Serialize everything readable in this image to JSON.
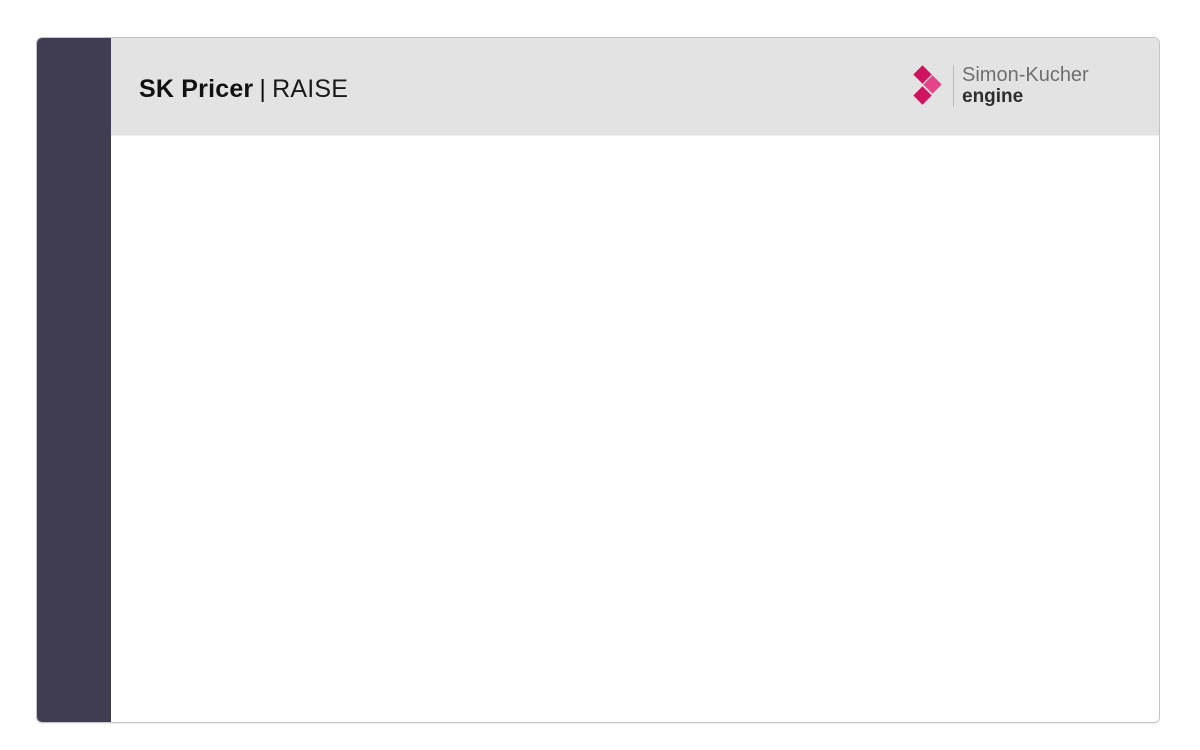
{
  "header": {
    "product_name": "SK Pricer",
    "separator": "|",
    "module_name": "RAISE"
  },
  "brand": {
    "name_line1": "Simon-Kucher",
    "name_line2": "engine",
    "logo_icon": "simon-kucher-diamond-logo",
    "colors": {
      "primary_magenta": "#cf135f",
      "secondary_pink": "#e4458a"
    }
  },
  "theme": {
    "sidebar_color": "#403c52",
    "header_background": "#e3e3e3",
    "content_background": "#ffffff"
  },
  "sidebar": {
    "items": []
  },
  "content": {
    "items": []
  }
}
